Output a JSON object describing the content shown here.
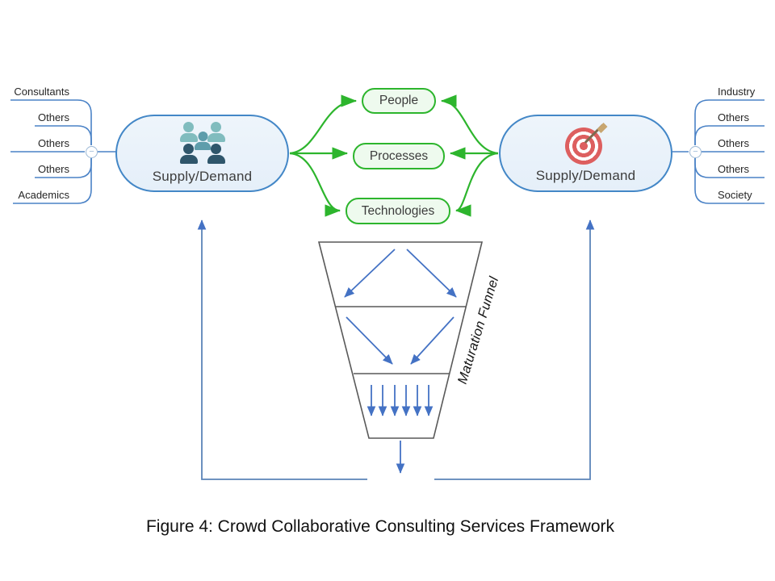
{
  "figure_caption": "Figure 4: Crowd Collaborative Consulting Services Framework",
  "left_branch": {
    "labels": [
      "Consultants",
      "Others",
      "Others",
      "Others",
      "Academics"
    ],
    "node_label": "Supply/Demand",
    "icon": "people-group-icon",
    "collapse_symbol": "−"
  },
  "right_branch": {
    "labels": [
      "Industry",
      "Others",
      "Others",
      "Others",
      "Society"
    ],
    "node_label": "Supply/Demand",
    "icon": "target-icon",
    "collapse_symbol": "−"
  },
  "center_boxes": [
    "People",
    "Processes",
    "Technologies"
  ],
  "funnel_label": "Maturation Funnel",
  "colors": {
    "branch_blue": "#4a82c6",
    "arrow_blue": "#4472c4",
    "green": "#2db52d",
    "green_fill": "#eefaee",
    "pill_fill": "#e9f1fa",
    "pill_border": "#4387c7",
    "funnel_gray": "#595959",
    "target_red": "#dd5f5f",
    "people_teal_light": "#80bcbe",
    "people_teal_mid": "#5e9dab",
    "people_slate_dark": "#2f566b"
  }
}
